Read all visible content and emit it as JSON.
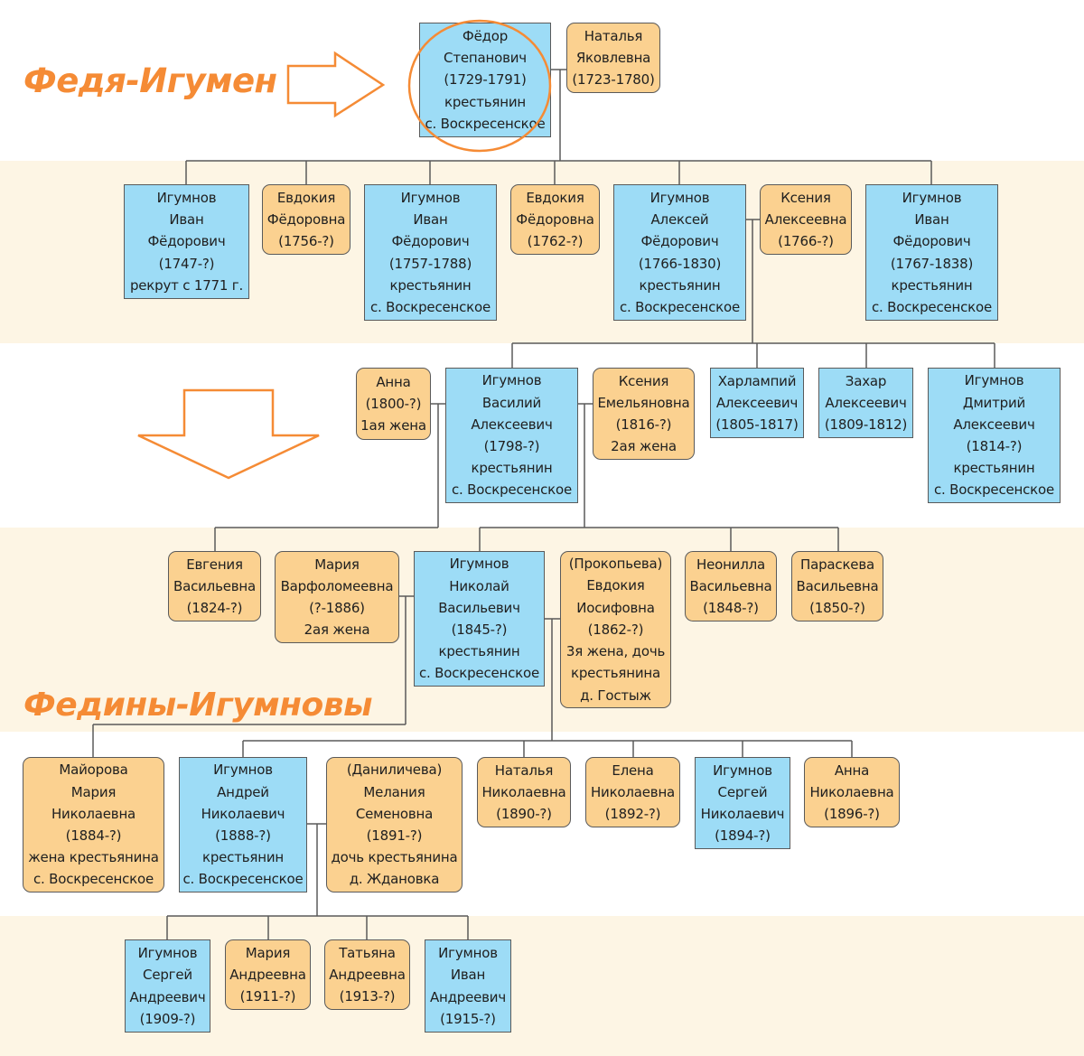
{
  "titles": {
    "top": "Федя-Игумен",
    "bottom": "Федины-Игумновы"
  },
  "colors": {
    "male_box": "#9ddcf6",
    "female_box": "#fbd190",
    "band": "#fdf5e4",
    "accent": "#f58b35",
    "line": "#5a5a5a"
  },
  "people": {
    "fedor": [
      "Фёдор",
      "Степанович",
      "(1729-1791)",
      "крестьянин",
      "с. Воскресенское"
    ],
    "natalya_ya": [
      "Наталья",
      "Яковлевна",
      "(1723-1780)"
    ],
    "ivan1747": [
      "Игумнов",
      "Иван",
      "Фёдорович",
      "(1747-?)",
      "рекрут с 1771 г."
    ],
    "evdokia1756": [
      "Евдокия",
      "Фёдоровна",
      "(1756-?)"
    ],
    "ivan1757": [
      "Игумнов",
      "Иван",
      "Фёдорович",
      "(1757-1788)",
      "крестьянин",
      "с. Воскресенское"
    ],
    "evdokia1762": [
      "Евдокия",
      "Фёдоровна",
      "(1762-?)"
    ],
    "aleksei1766": [
      "Игумнов",
      "Алексей",
      "Фёдорович",
      "(1766-1830)",
      "крестьянин",
      "с. Воскресенское"
    ],
    "ksenia1766": [
      "Ксения",
      "Алексеевна",
      "(1766-?)"
    ],
    "ivan1767": [
      "Игумнов",
      "Иван",
      "Фёдорович",
      "(1767-1838)",
      "крестьянин",
      "с. Воскресенское"
    ],
    "anna1800": [
      "Анна",
      "(1800-?)",
      "1ая жена"
    ],
    "vasily1798": [
      "Игумнов",
      "Василий",
      "Алексеевич",
      "(1798-?)",
      "крестьянин",
      "с. Воскресенское"
    ],
    "ksenia1816": [
      "Ксения",
      "Емельяновна",
      "(1816-?)",
      "2ая жена"
    ],
    "kharlampy": [
      "Харлампий",
      "Алексеевич",
      "(1805-1817)"
    ],
    "zakhar": [
      "Захар",
      "Алексеевич",
      "(1809-1812)"
    ],
    "dmitry": [
      "Игумнов",
      "Дмитрий",
      "Алексеевич",
      "(1814-?)",
      "крестьянин",
      "с. Воскресенское"
    ],
    "evgenia": [
      "Евгения",
      "Васильевна",
      "(1824-?)"
    ],
    "maria_v": [
      "Мария",
      "Варфоломеевна",
      "(?-1886)",
      "2ая жена"
    ],
    "nikolai": [
      "Игумнов",
      "Николай",
      "Васильевич",
      "(1845-?)",
      "крестьянин",
      "с. Воскресенское"
    ],
    "evdokia_i": [
      "(Прокопьева)",
      "Евдокия",
      "Иосифовна",
      "(1862-?)",
      "3я жена, дочь",
      "крестьянина",
      "д. Гостыж"
    ],
    "neonilla": [
      "Неонилла",
      "Васильевна",
      "(1848-?)"
    ],
    "paraskeva": [
      "Параскева",
      "Васильевна",
      "(1850-?)"
    ],
    "maiorova": [
      "Майорова",
      "Мария",
      "Николаевна",
      "(1884-?)",
      "жена крестьянина",
      "с. Воскресенское"
    ],
    "andrei": [
      "Игумнов",
      "Андрей",
      "Николаевич",
      "(1888-?)",
      "крестьянин",
      "с. Воскресенское"
    ],
    "melania": [
      "(Даниличева)",
      "Мелания",
      "Семеновна",
      "(1891-?)",
      "дочь крестьянина",
      "д. Ждановка"
    ],
    "natalya_n": [
      "Наталья",
      "Николаевна",
      "(1890-?)"
    ],
    "elena": [
      "Елена",
      "Николаевна",
      "(1892-?)"
    ],
    "sergei1894": [
      "Игумнов",
      "Сергей",
      "Николаевич",
      "(1894-?)"
    ],
    "anna1896": [
      "Анна",
      "Николаевна",
      "(1896-?)"
    ],
    "sergei1909": [
      "Игумнов",
      "Сергей",
      "Андреевич",
      "(1909-?)"
    ],
    "maria1911": [
      "Мария",
      "Андреевна",
      "(1911-?)"
    ],
    "tatiana": [
      "Татьяна",
      "Андреевна",
      "(1913-?)"
    ],
    "ivan1915": [
      "Игумнов",
      "Иван",
      "Андреевич",
      "(1915-?)"
    ]
  }
}
